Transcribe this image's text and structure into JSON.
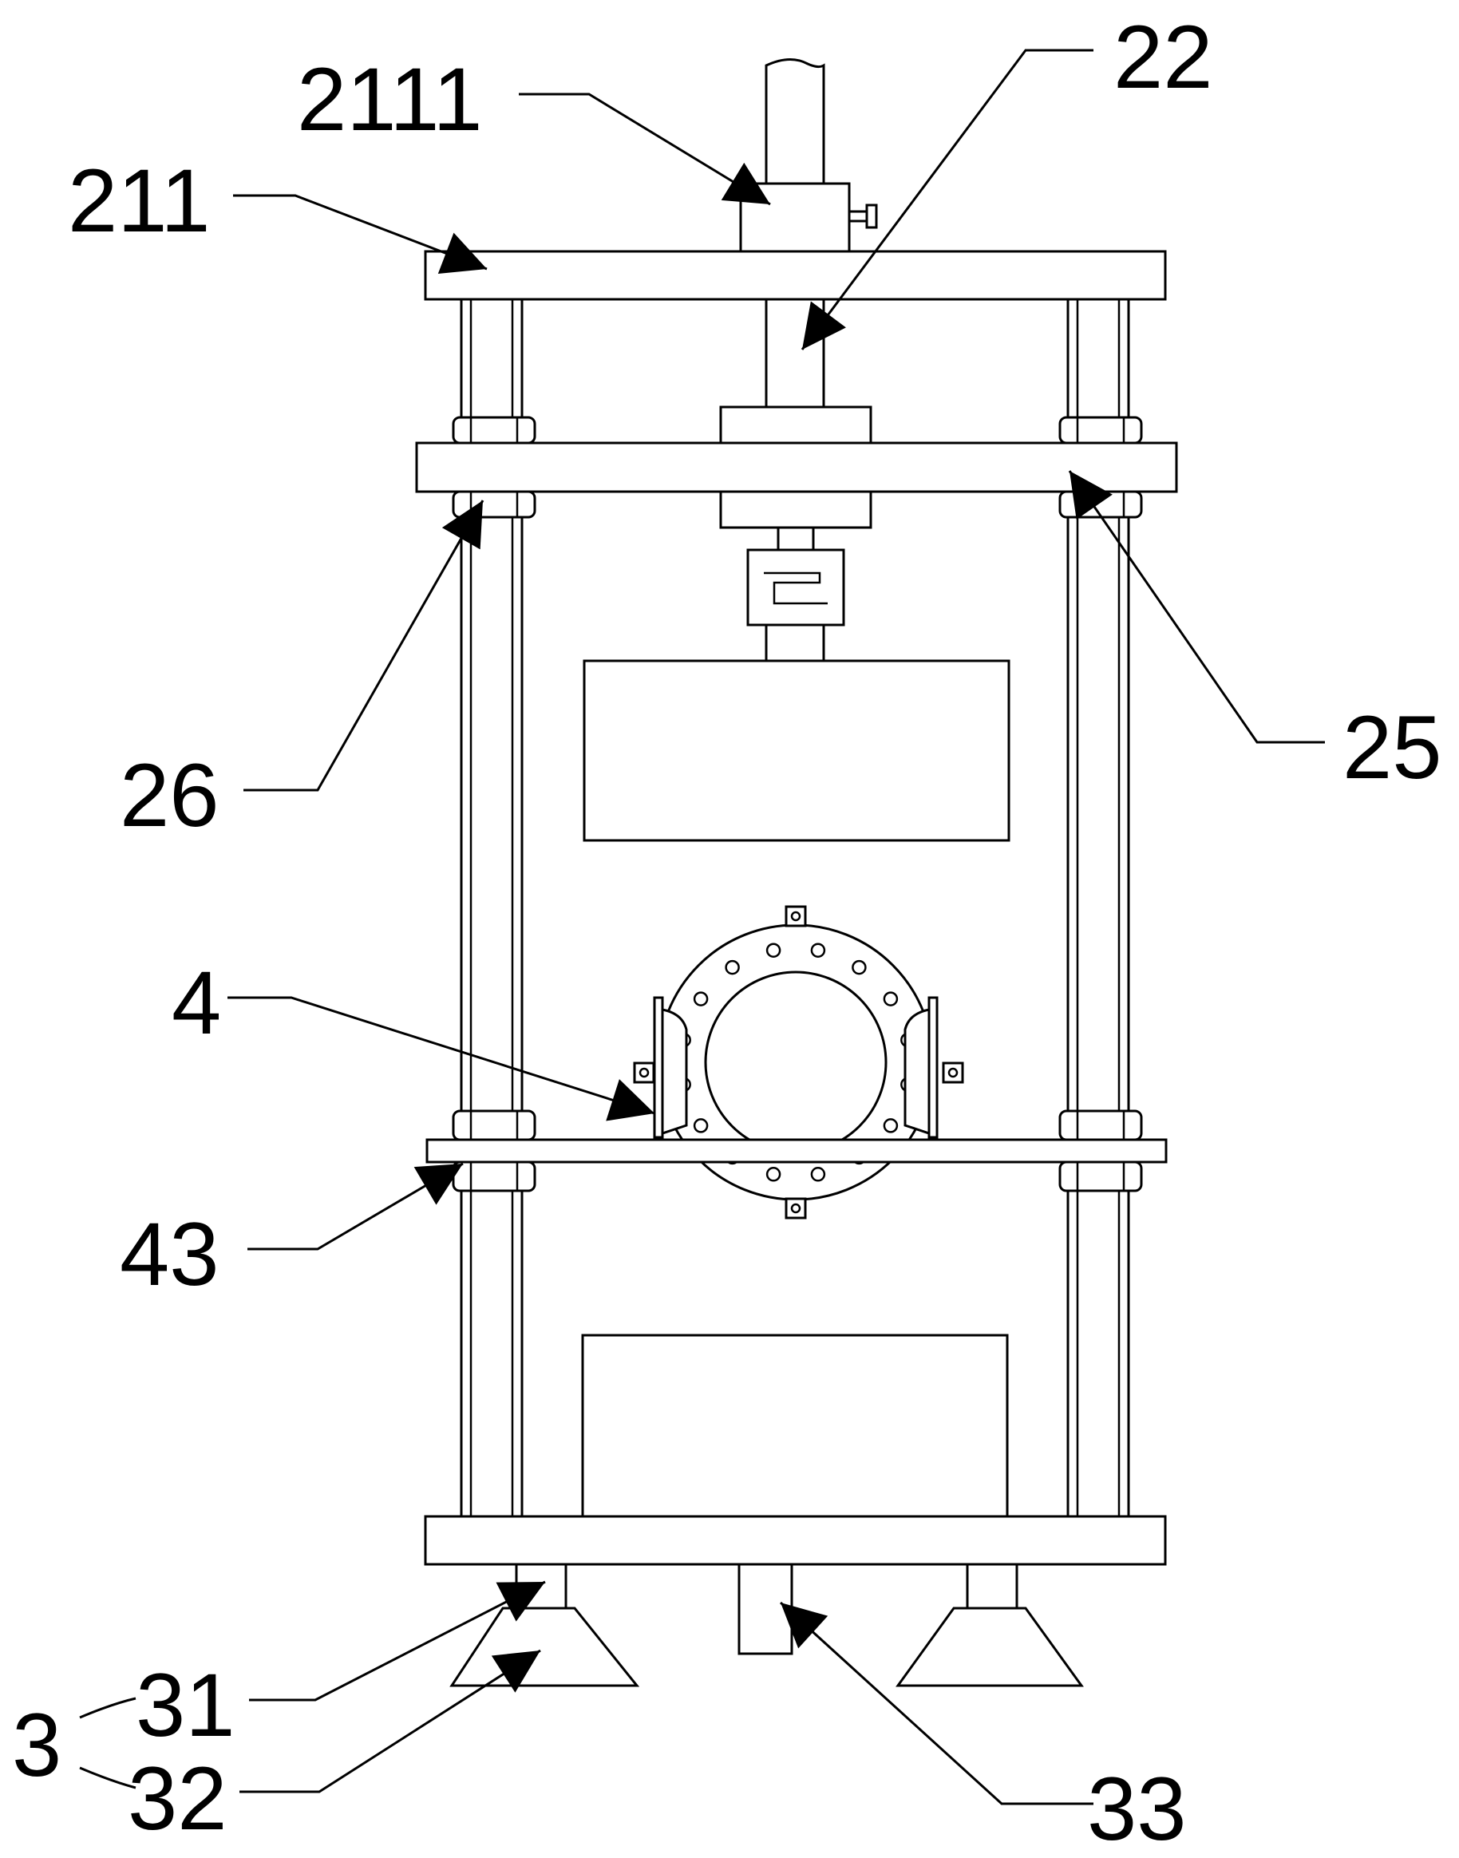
{
  "figure": {
    "labels": {
      "l2111": "2111",
      "l22": "22",
      "l211": "211",
      "l25": "25",
      "l26": "26",
      "l4": "4",
      "l43": "43",
      "l3": "3",
      "l31": "31",
      "l32": "32",
      "l33": "33"
    }
  }
}
